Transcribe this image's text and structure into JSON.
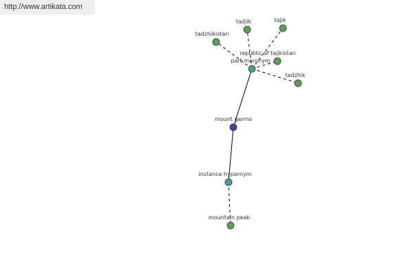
{
  "watermark": {
    "url": "http://www.artikata.com"
  },
  "colors": {
    "leaf_node": "#5aa05a",
    "relation_node": "#4f9a9a",
    "center_node": "#3a4aa0",
    "node_stroke": "#333333",
    "edge": "#000000"
  },
  "nodes": [
    {
      "id": "tadjik",
      "label": "tadjik",
      "kind": "leaf"
    },
    {
      "id": "tajik",
      "label": "tajik",
      "kind": "leaf"
    },
    {
      "id": "tadzhikistan",
      "label": "tadzhikistan",
      "kind": "leaf"
    },
    {
      "id": "republic-of-tajikistan",
      "label": "republic of tajikistan",
      "kind": "leaf"
    },
    {
      "id": "part-meronym",
      "label": "part meronym",
      "kind": "relation"
    },
    {
      "id": "tadzhik",
      "label": "tadzhik",
      "kind": "leaf"
    },
    {
      "id": "mount-garmo",
      "label": "mount garmo",
      "kind": "center"
    },
    {
      "id": "instance-hypernym",
      "label": "instance hypernym",
      "kind": "relation"
    },
    {
      "id": "mountain-peak",
      "label": "mountain peak",
      "kind": "leaf"
    }
  ],
  "edges": [
    {
      "from": "part-meronym",
      "to": "tadjik",
      "style": "dashed"
    },
    {
      "from": "part-meronym",
      "to": "tajik",
      "style": "dashed"
    },
    {
      "from": "part-meronym",
      "to": "tadzhikistan",
      "style": "dashed"
    },
    {
      "from": "part-meronym",
      "to": "republic-of-tajikistan",
      "style": "dashed"
    },
    {
      "from": "part-meronym",
      "to": "tadzhik",
      "style": "dashed"
    },
    {
      "from": "mount-garmo",
      "to": "part-meronym",
      "style": "solid"
    },
    {
      "from": "mount-garmo",
      "to": "instance-hypernym",
      "style": "solid"
    },
    {
      "from": "instance-hypernym",
      "to": "mountain-peak",
      "style": "dashed"
    }
  ]
}
